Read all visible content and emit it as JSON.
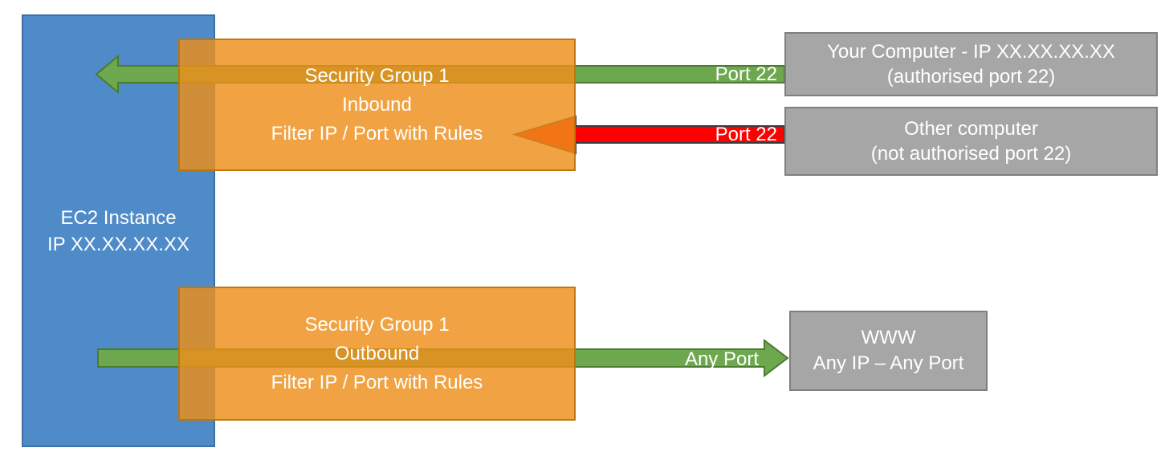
{
  "diagram": {
    "ec2_instance": {
      "name": "EC2 Instance",
      "ip": "IP XX.XX.XX.XX"
    },
    "security_group_inbound": {
      "title": "Security Group 1",
      "direction": "Inbound",
      "description": "Filter IP / Port with Rules"
    },
    "security_group_outbound": {
      "title": "Security Group 1",
      "direction": "Outbound",
      "description": "Filter IP / Port with Rules"
    },
    "your_computer": {
      "title": "Your Computer - IP XX.XX.XX.XX",
      "subtitle": "(authorised port 22)"
    },
    "other_computer": {
      "title": "Other computer",
      "subtitle": "(not authorised port 22)"
    },
    "www": {
      "title": "WWW",
      "subtitle": "Any IP – Any Port"
    },
    "arrow_labels": {
      "inbound_allowed": "Port 22",
      "inbound_blocked": "Port 22",
      "outbound": "Any Port"
    }
  },
  "colors": {
    "background": "#FFFFFF",
    "text": "#FFFFFF",
    "ec2_fill": "#4E8BC8",
    "ec2_border": "#3D6FA5",
    "security_group_fill": "rgba(238,143,26,0.82)",
    "security_group_border": "rgba(186,115,9,0.9)",
    "allowed_arrow_fill": "#6DA84F",
    "allowed_arrow_border": "#4C7A2E",
    "blocked_arrow_fill": "#FF0000",
    "blocked_arrow_border": "#3A3A3A",
    "endpoint_fill": "#A6A6A6",
    "endpoint_border": "#7F7F7F"
  }
}
